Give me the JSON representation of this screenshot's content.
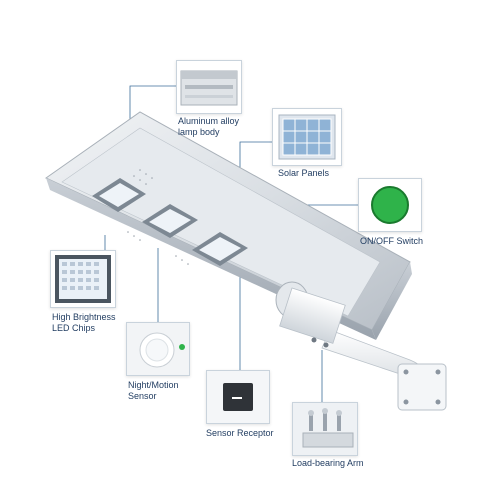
{
  "features": {
    "aluminum_body": {
      "line1": "Aluminum alloy",
      "line2": "lamp body",
      "icon": "aluminum-profile-icon"
    },
    "solar_panels": {
      "label": "Solar Panels",
      "icon": "solar-panel-icon"
    },
    "switch": {
      "label": "ON/OFF Switch",
      "icon": "green-switch-icon"
    },
    "led_chips": {
      "line1": "High Brightness",
      "line2": "LED Chips",
      "icon": "led-chip-array-icon"
    },
    "motion_sensor": {
      "line1": "Night/Motion",
      "line2": "Sensor",
      "icon": "pir-sensor-icon"
    },
    "sensor_receptor": {
      "label": "Sensor Receptor",
      "icon": "receptor-module-icon"
    },
    "arm": {
      "label": "Load-bearing Arm",
      "icon": "mounting-arm-icon"
    }
  },
  "colors": {
    "label_text": "#1e3a5f",
    "leader_line": "#3c6e9a",
    "switch_green": "#2fb34a",
    "aluminum": "#d8dde2",
    "solar_cell": "#8fb3d6"
  }
}
